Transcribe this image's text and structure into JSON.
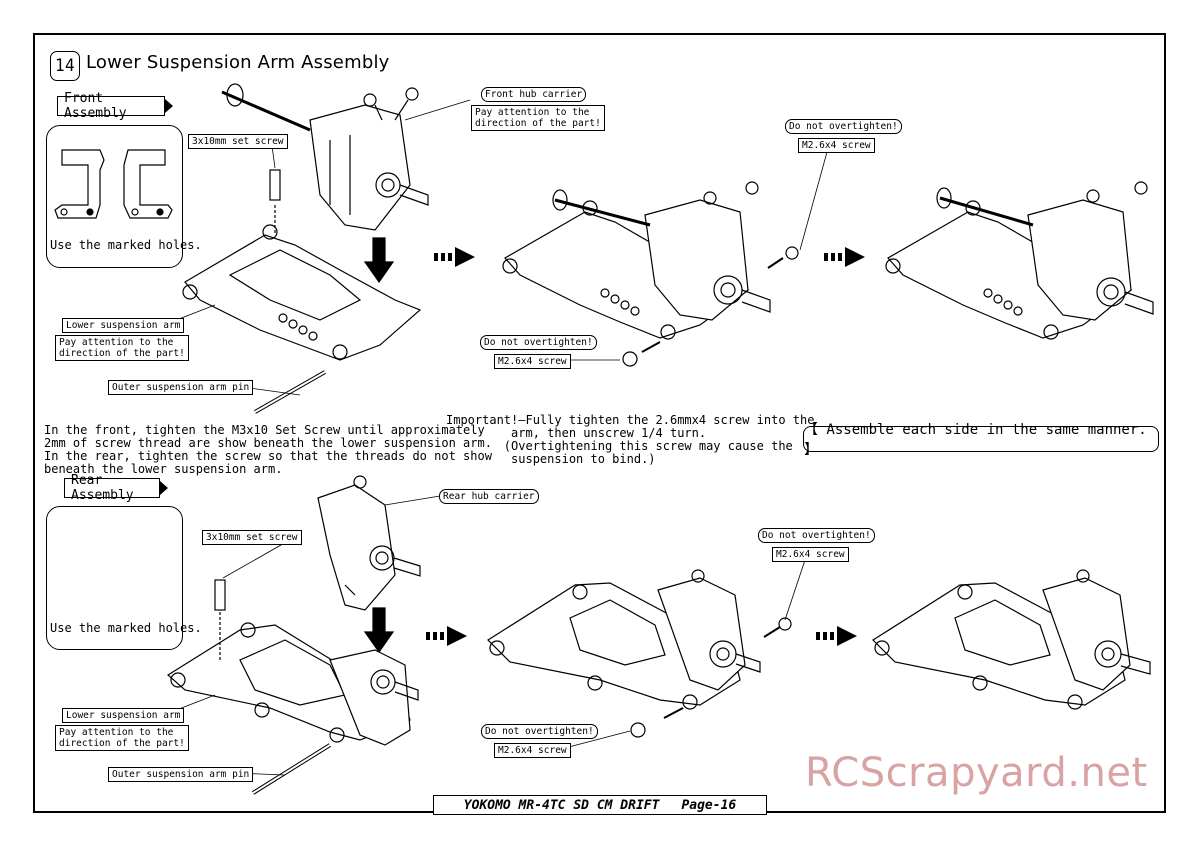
{
  "step": {
    "number": "14",
    "title": "Lower Suspension Arm Assembly"
  },
  "front": {
    "tag": "Front Assembly",
    "inset_caption": "Use the marked holes.",
    "labels": {
      "set_screw": "3x10mm set screw",
      "hub_carrier": "Front hub carrier",
      "hub_note": "Pay attention to the\ndirection of the part!",
      "lower_arm": "Lower suspension arm",
      "arm_note": "Pay attention to the\ndirection of the part!",
      "outer_pin": "Outer suspension arm pin",
      "dont_over_1": "Do not overtighten!",
      "screw_1": "M2.6x4 screw",
      "dont_over_2": "Do not overtighten!",
      "screw_2": "M2.6x4 screw"
    },
    "note": "In the front, tighten the M3x10 Set Screw until approximately\n2mm of screw thread are show beneath the lower suspension arm.\nIn the rear, tighten the screw so that the threads do not show\nbeneath the lower suspension arm."
  },
  "important": "Important!—Fully tighten the 2.6mmx4 screw into the\n         arm, then unscrew 1/4 turn.\n        (Overtightening this screw may cause the\n         suspension to bind.)",
  "assemble_note": "【 Assemble each side in the same manner. 】",
  "rear": {
    "tag": "Rear Assembly",
    "inset_caption": "Use the marked holes.",
    "labels": {
      "set_screw": "3x10mm set screw",
      "hub_carrier": "Rear hub carrier",
      "lower_arm": "Lower suspension arm",
      "arm_note": "Pay attention to the\ndirection of the part!",
      "outer_pin": "Outer suspension arm pin",
      "dont_over_1": "Do not overtighten!",
      "screw_1": "M2.6x4 screw",
      "dont_over_2": "Do not overtighten!",
      "screw_2": "M2.6x4 screw"
    }
  },
  "footer": {
    "model": "YOKOMO MR-4TC SD CM DRIFT",
    "page": "Page-16"
  },
  "watermark": "RCScrapyard.net"
}
